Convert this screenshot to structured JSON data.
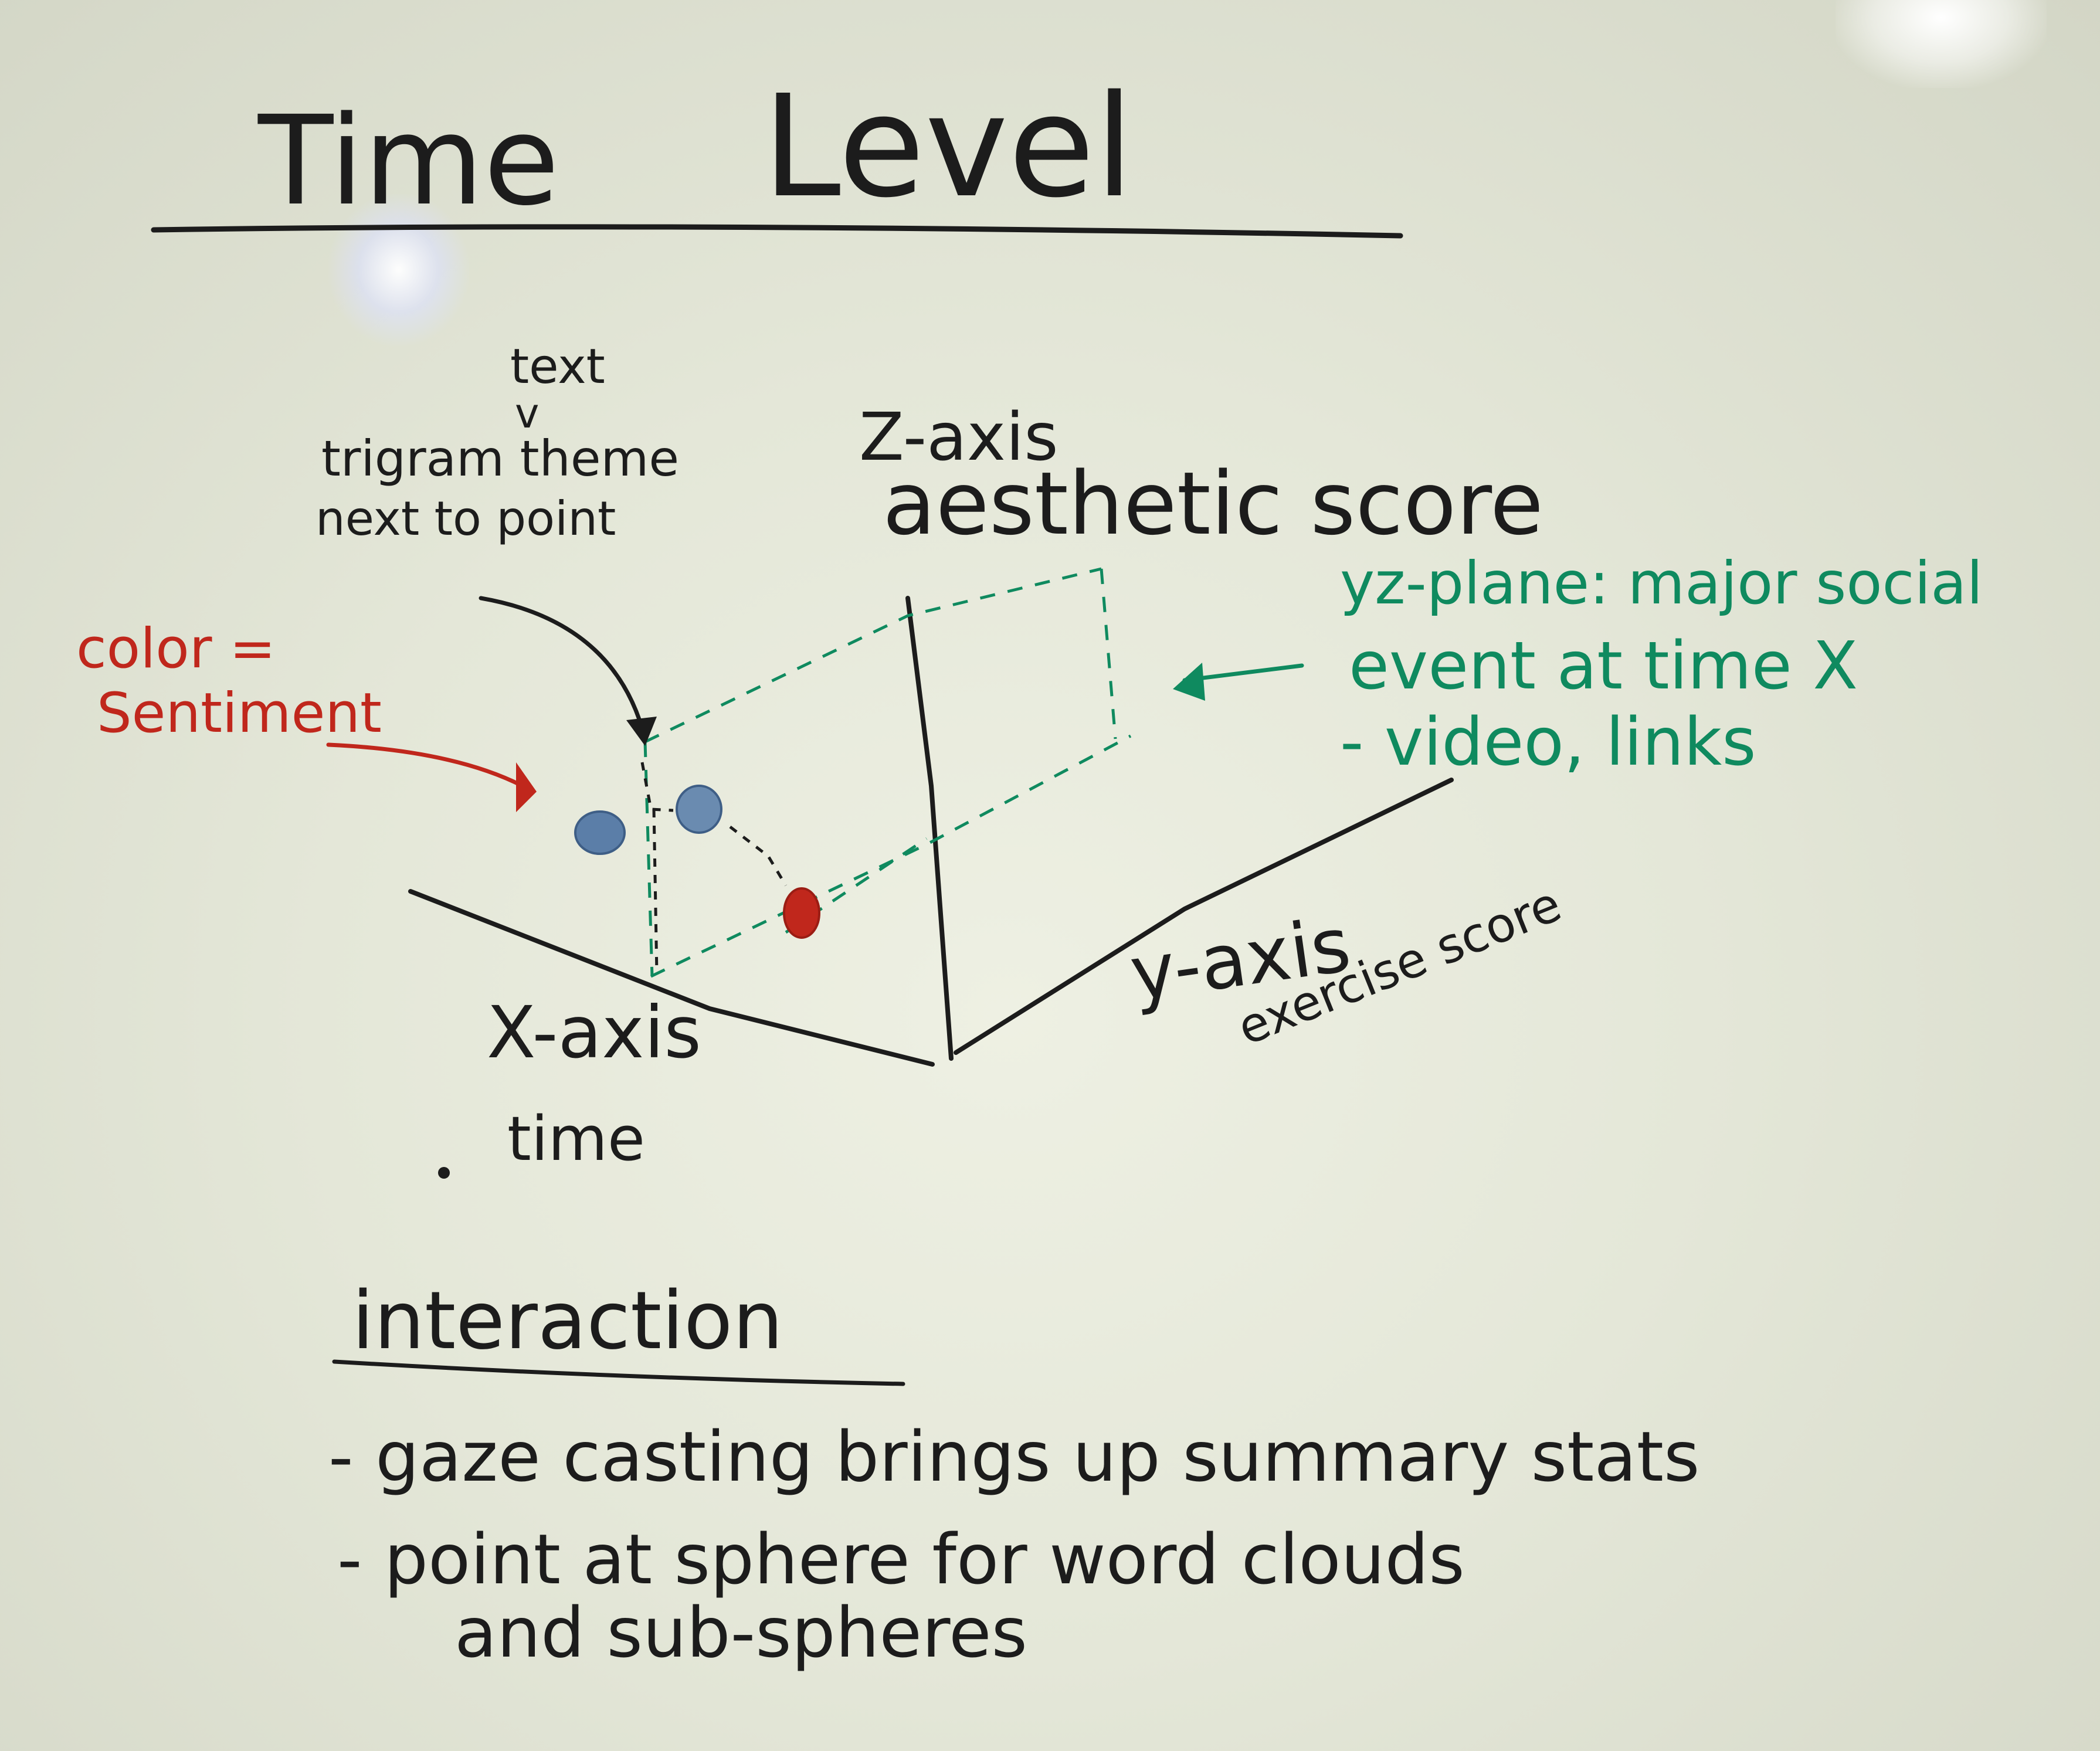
{
  "title": {
    "left": "Time",
    "right": "Level"
  },
  "axes": {
    "z_label": "Z-axis",
    "z_desc": "aesthetic score",
    "x_label": "X-axis",
    "x_desc": "time",
    "y_label": "y-axis",
    "y_desc": "exercise score"
  },
  "annotations": {
    "text_1": "text",
    "text_2": "v",
    "text_3": "trigram theme",
    "text_4": "next to point",
    "color_1": "color =",
    "color_2": "Sentiment",
    "plane_1": "yz-plane: major social",
    "plane_2": "event at time X",
    "plane_3": "- video, links"
  },
  "interaction": {
    "heading": "interaction",
    "items": [
      "- gaze casting brings up summary stats",
      "- point at sphere for word clouds",
      "and sub-spheres"
    ]
  },
  "colors": {
    "marker_black": "#1c1c1c",
    "marker_red": "#c0271c",
    "marker_green": "#0f8a5f",
    "point_blue": "#5b7ea8",
    "point_red": "#c0271c"
  }
}
